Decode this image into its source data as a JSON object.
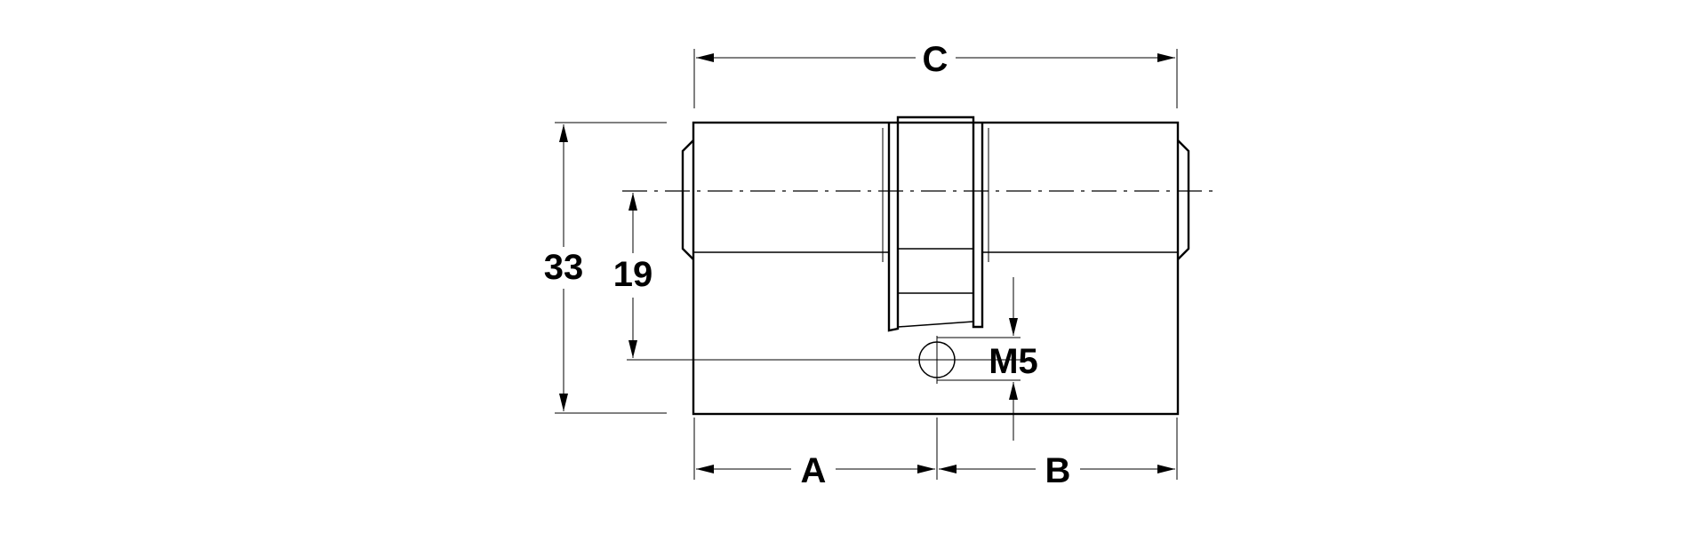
{
  "dimensions": {
    "overall_length": "C",
    "cam_offset_left": "A",
    "cam_offset_right": "B",
    "height": "33",
    "center_height": "19",
    "screw_thread": "M5"
  },
  "colors": {
    "line": "#000000",
    "background": "#ffffff"
  }
}
